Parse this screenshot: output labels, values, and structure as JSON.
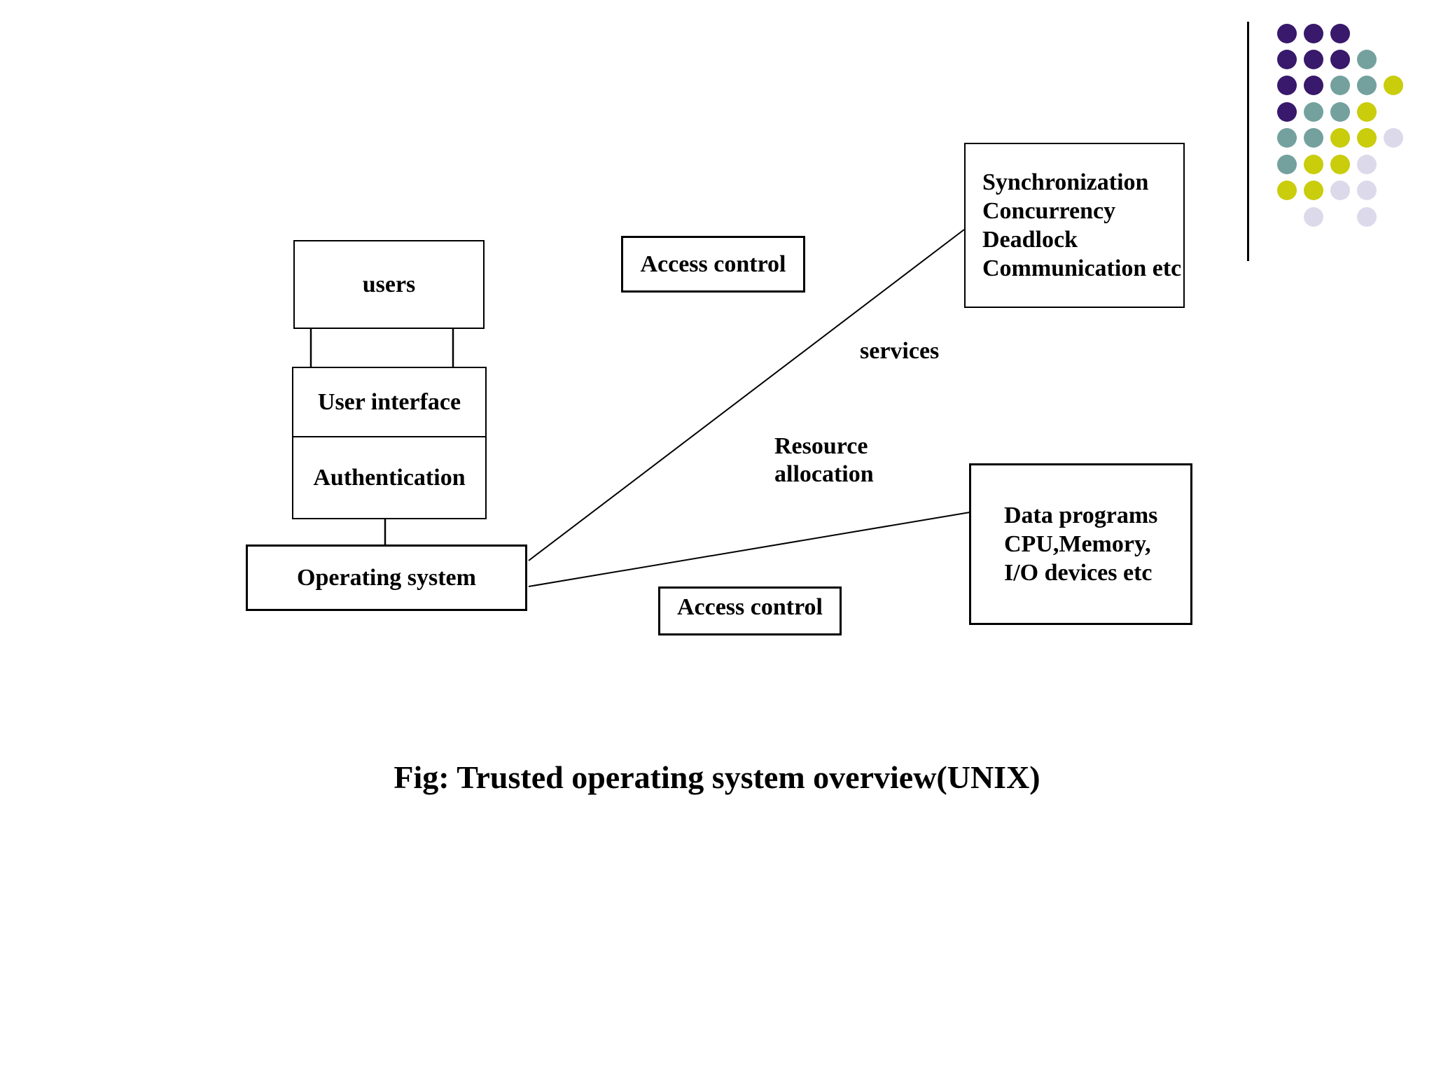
{
  "slide": {
    "background": "#ffffff",
    "caption": "Fig: Trusted operating system overview(UNIX)"
  },
  "boxes": {
    "users": {
      "label": "users"
    },
    "user_interface": {
      "label": "User interface"
    },
    "authentication": {
      "label": "Authentication"
    },
    "operating_system": {
      "label": "Operating system"
    },
    "access_control_top": {
      "label": "Access control"
    },
    "access_control_bottom": {
      "label": "Access control"
    },
    "kernel_services": {
      "lines": [
        "Synchronization",
        "Concurrency",
        "Deadlock",
        "Communication etc"
      ]
    },
    "resources": {
      "lines": [
        "Data programs",
        "CPU,Memory,",
        "I/O devices etc"
      ]
    }
  },
  "edge_labels": {
    "services": "services",
    "resource_allocation": [
      "Resource",
      "allocation"
    ]
  },
  "decoration": {
    "line_color": "#000000",
    "dot_palette": {
      "P": "#38196b",
      "T": "#74a19e",
      "Y": "#c9cd0b",
      "L": "#dcdaea"
    },
    "dot_pattern": [
      [
        "P",
        "P",
        "P",
        null,
        null
      ],
      [
        "P",
        "P",
        "P",
        "T",
        null
      ],
      [
        "P",
        "P",
        "T",
        "T",
        "Y"
      ],
      [
        "P",
        "T",
        "T",
        "Y",
        null
      ],
      [
        "T",
        "T",
        "Y",
        "Y",
        "L"
      ],
      [
        "T",
        "Y",
        "Y",
        "L",
        null
      ],
      [
        "Y",
        "Y",
        "L",
        "L",
        null
      ],
      [
        null,
        "L",
        null,
        "L",
        null
      ]
    ]
  }
}
